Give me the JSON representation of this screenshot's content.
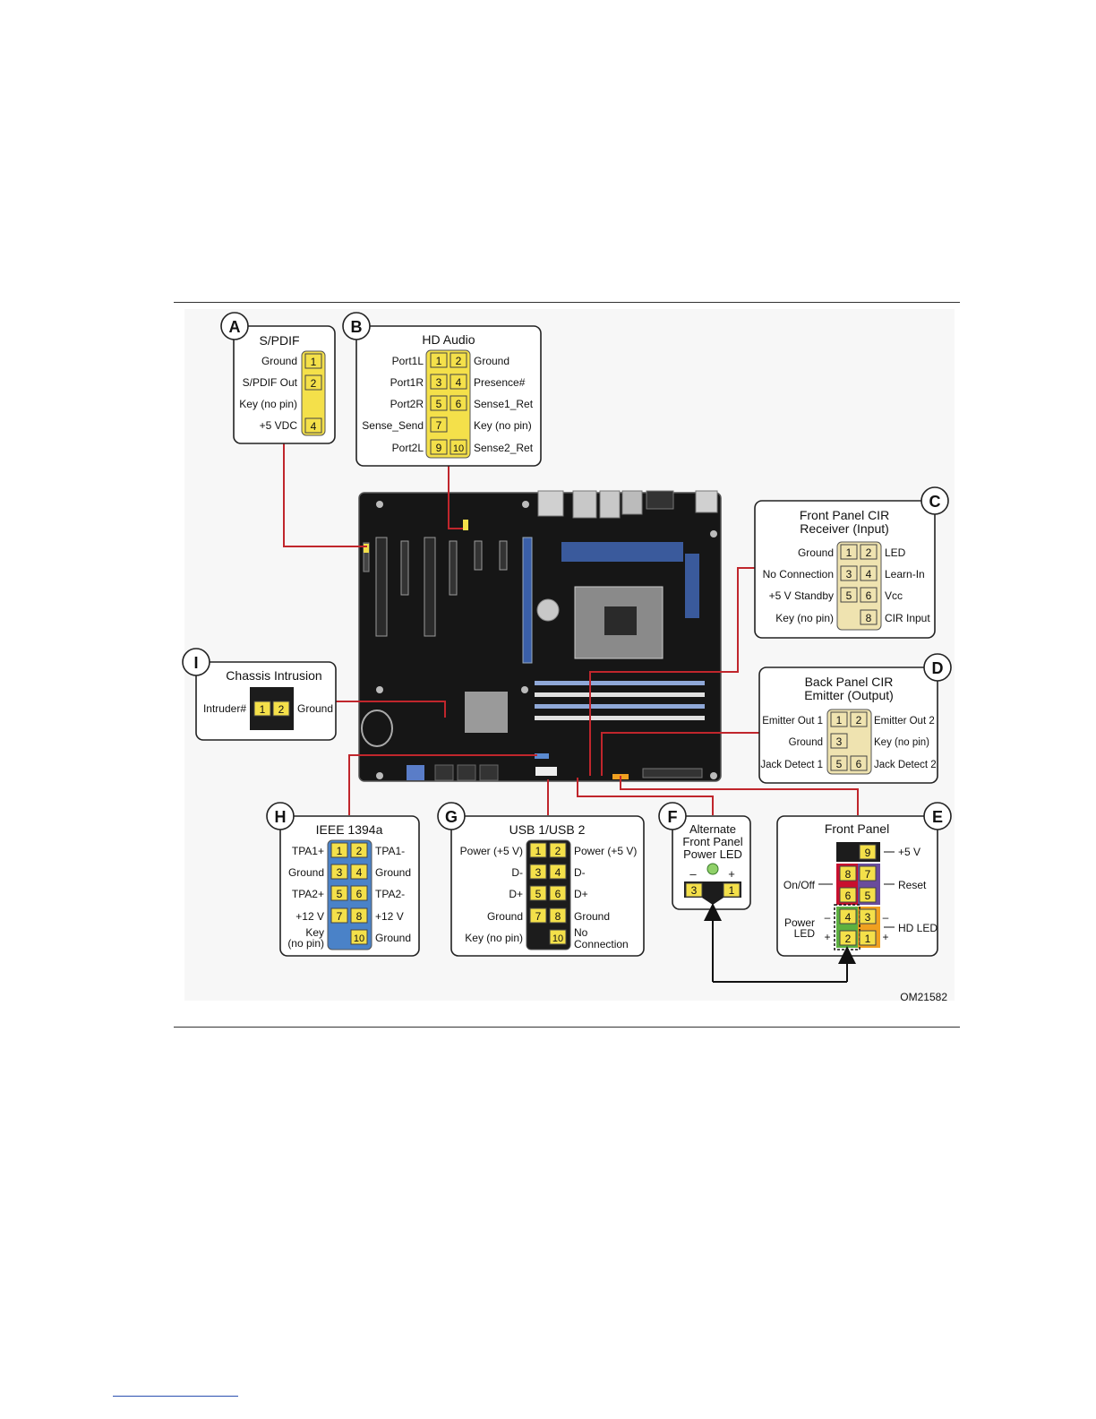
{
  "figure_id": "OM21582",
  "colors": {
    "wire": "#c0262c",
    "pin_yellow": "#f4e04a",
    "pin_cream": "#efe3b0",
    "pin_blue": "#4a82c8",
    "pin_black": "#1c1c1c",
    "pin_red": "#c8102e",
    "pin_purple": "#6a4c9c",
    "pin_green": "#5cb040",
    "pin_orange": "#f0a020"
  },
  "callouts": {
    "A": {
      "letter": "A",
      "title": "S/PDIF",
      "rows": [
        {
          "left": "Ground",
          "pins": [
            "1"
          ]
        },
        {
          "left": "S/PDIF Out",
          "pins": [
            "2"
          ]
        },
        {
          "left": "Key (no pin)",
          "pins": [
            ""
          ]
        },
        {
          "left": "+5 VDC",
          "pins": [
            "4"
          ]
        }
      ]
    },
    "B": {
      "letter": "B",
      "title": "HD Audio",
      "rows": [
        {
          "left": "Port1L",
          "pins": [
            "1",
            "2"
          ],
          "right": "Ground"
        },
        {
          "left": "Port1R",
          "pins": [
            "3",
            "4"
          ],
          "right": "Presence#"
        },
        {
          "left": "Port2R",
          "pins": [
            "5",
            "6"
          ],
          "right": "Sense1_Ret"
        },
        {
          "left": "Sense_Send",
          "pins": [
            "7",
            ""
          ],
          "right": "Key (no pin)"
        },
        {
          "left": "Port2L",
          "pins": [
            "9",
            "10"
          ],
          "right": "Sense2_Ret"
        }
      ]
    },
    "C": {
      "letter": "C",
      "title1": "Front Panel CIR",
      "title2": "Receiver (Input)",
      "rows": [
        {
          "left": "Ground",
          "pins": [
            "1",
            "2"
          ],
          "right": "LED"
        },
        {
          "left": "No Connection",
          "pins": [
            "3",
            "4"
          ],
          "right": "Learn-In"
        },
        {
          "left": "+5 V Standby",
          "pins": [
            "5",
            "6"
          ],
          "right": "Vcc"
        },
        {
          "left": "Key (no pin)",
          "pins": [
            "",
            "8"
          ],
          "right": "CIR Input"
        }
      ]
    },
    "D": {
      "letter": "D",
      "title1": "Back Panel CIR",
      "title2": "Emitter (Output)",
      "rows": [
        {
          "left": "Emitter Out 1",
          "pins": [
            "1",
            "2"
          ],
          "right": "Emitter Out 2"
        },
        {
          "left": "Ground",
          "pins": [
            "3",
            ""
          ],
          "right": "Key (no pin)"
        },
        {
          "left": "Jack Detect 1",
          "pins": [
            "5",
            "6"
          ],
          "right": "Jack Detect 2"
        }
      ]
    },
    "E": {
      "letter": "E",
      "title": "Front Panel",
      "plus5v": "+5 V",
      "onoff": "On/Off",
      "reset": "Reset",
      "power_led_1": "Power",
      "power_led_2": "LED",
      "hd_led": "HD LED",
      "minus": "–",
      "plus": "+",
      "pins": [
        "9",
        "8",
        "7",
        "6",
        "5",
        "4",
        "3",
        "2",
        "1"
      ]
    },
    "F": {
      "letter": "F",
      "title1": "Alternate",
      "title2": "Front Panel",
      "title3": "Power LED",
      "minus": "–",
      "plus": "+",
      "pins": [
        "3",
        "1"
      ]
    },
    "G": {
      "letter": "G",
      "title": "USB 1/USB 2",
      "rows": [
        {
          "left": "Power (+5 V)",
          "pins": [
            "1",
            "2"
          ],
          "right": "Power (+5 V)"
        },
        {
          "left": "D-",
          "pins": [
            "3",
            "4"
          ],
          "right": "D-"
        },
        {
          "left": "D+",
          "pins": [
            "5",
            "6"
          ],
          "right": "D+"
        },
        {
          "left": "Ground",
          "pins": [
            "7",
            "8"
          ],
          "right": "Ground"
        },
        {
          "left": "Key (no pin)",
          "pins": [
            "",
            "10"
          ],
          "right": "No",
          "right2": "Connection"
        }
      ]
    },
    "H": {
      "letter": "H",
      "title": "IEEE 1394a",
      "rows": [
        {
          "left": "TPA1+",
          "pins": [
            "1",
            "2"
          ],
          "right": "TPA1-"
        },
        {
          "left": "Ground",
          "pins": [
            "3",
            "4"
          ],
          "right": "Ground"
        },
        {
          "left": "TPA2+",
          "pins": [
            "5",
            "6"
          ],
          "right": "TPA2-"
        },
        {
          "left": "+12 V",
          "pins": [
            "7",
            "8"
          ],
          "right": "+12 V"
        },
        {
          "left": "Key",
          "left2": "(no pin)",
          "pins": [
            "",
            "10"
          ],
          "right": "Ground"
        }
      ]
    },
    "I": {
      "letter": "I",
      "title": "Chassis Intrusion",
      "left": "Intruder#",
      "right": "Ground",
      "pins": [
        "1",
        "2"
      ]
    }
  }
}
